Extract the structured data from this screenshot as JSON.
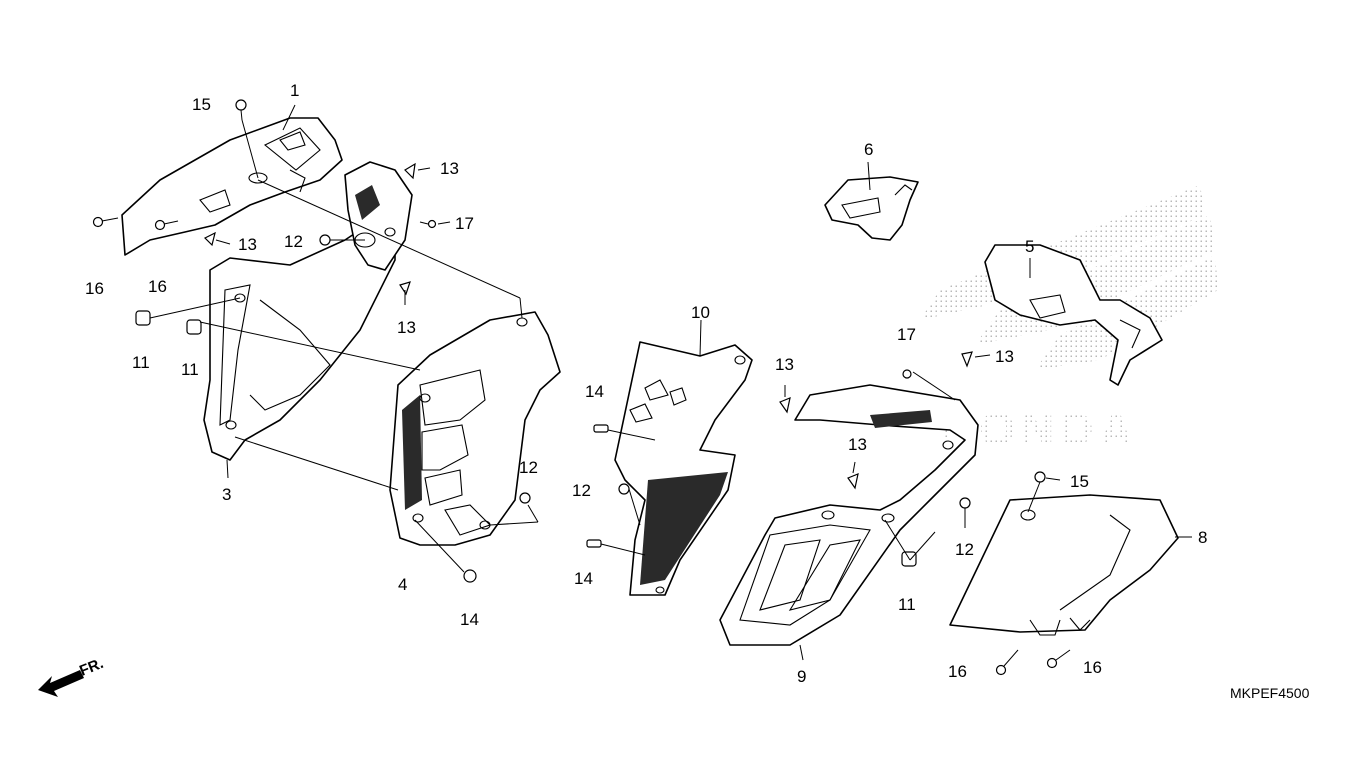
{
  "diagram": {
    "code": "MKPEF4500",
    "direction_label": "FR.",
    "watermark_brand": "HONDA",
    "callouts": [
      {
        "id": "c1",
        "label": "1"
      },
      {
        "id": "c3",
        "label": "3"
      },
      {
        "id": "c4",
        "label": "4"
      },
      {
        "id": "c5",
        "label": "5"
      },
      {
        "id": "c6",
        "label": "6"
      },
      {
        "id": "c8",
        "label": "8"
      },
      {
        "id": "c9",
        "label": "9"
      },
      {
        "id": "c10",
        "label": "10"
      },
      {
        "id": "c11a",
        "label": "11"
      },
      {
        "id": "c11b",
        "label": "11"
      },
      {
        "id": "c11c",
        "label": "11"
      },
      {
        "id": "c12a",
        "label": "12"
      },
      {
        "id": "c12b",
        "label": "12"
      },
      {
        "id": "c12c",
        "label": "12"
      },
      {
        "id": "c12d",
        "label": "12"
      },
      {
        "id": "c13a",
        "label": "13"
      },
      {
        "id": "c13b",
        "label": "13"
      },
      {
        "id": "c13c",
        "label": "13"
      },
      {
        "id": "c13d",
        "label": "13"
      },
      {
        "id": "c13e",
        "label": "13"
      },
      {
        "id": "c13f",
        "label": "13"
      },
      {
        "id": "c14a",
        "label": "14"
      },
      {
        "id": "c14b",
        "label": "14"
      },
      {
        "id": "c14c",
        "label": "14"
      },
      {
        "id": "c15a",
        "label": "15"
      },
      {
        "id": "c15b",
        "label": "15"
      },
      {
        "id": "c16a",
        "label": "16"
      },
      {
        "id": "c16b",
        "label": "16"
      },
      {
        "id": "c16c",
        "label": "16"
      },
      {
        "id": "c16d",
        "label": "16"
      },
      {
        "id": "c17a",
        "label": "17"
      },
      {
        "id": "c17b",
        "label": "17"
      }
    ]
  }
}
